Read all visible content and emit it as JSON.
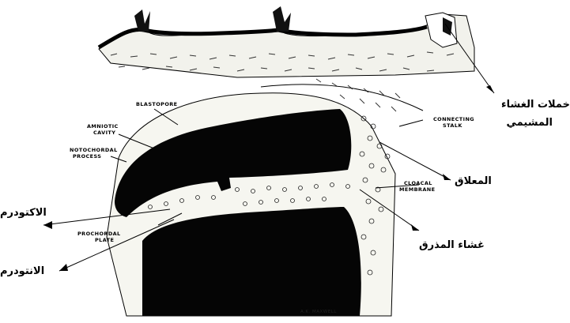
{
  "labels_en": {
    "blastopore": "BLASTOPORE",
    "amniotic_line1": "AMNIOTIC",
    "amniotic_line2": "CAVITY",
    "notochordal_line1": "NOTOCHORDAL",
    "notochordal_line2": "PROCESS",
    "connecting_line1": "CONNECTING",
    "connecting_line2": "STALK",
    "cloacal_line1": "CLOACAL",
    "cloacal_line2": "MEMBRANE",
    "prochordal_line1": "PROCHORDAL",
    "prochordal_line2": "PLATE"
  },
  "labels_ar": {
    "chorionic_villi_line1": "خملات الغشاء",
    "chorionic_villi_line2": "المشيمي",
    "allantois": "المعلاق",
    "ectoderm": "الاكتودرم",
    "cloacal_membrane": "غشاء المذرق",
    "endoderm": "الانتودرم"
  },
  "credit": "A.K. MAXWELL"
}
